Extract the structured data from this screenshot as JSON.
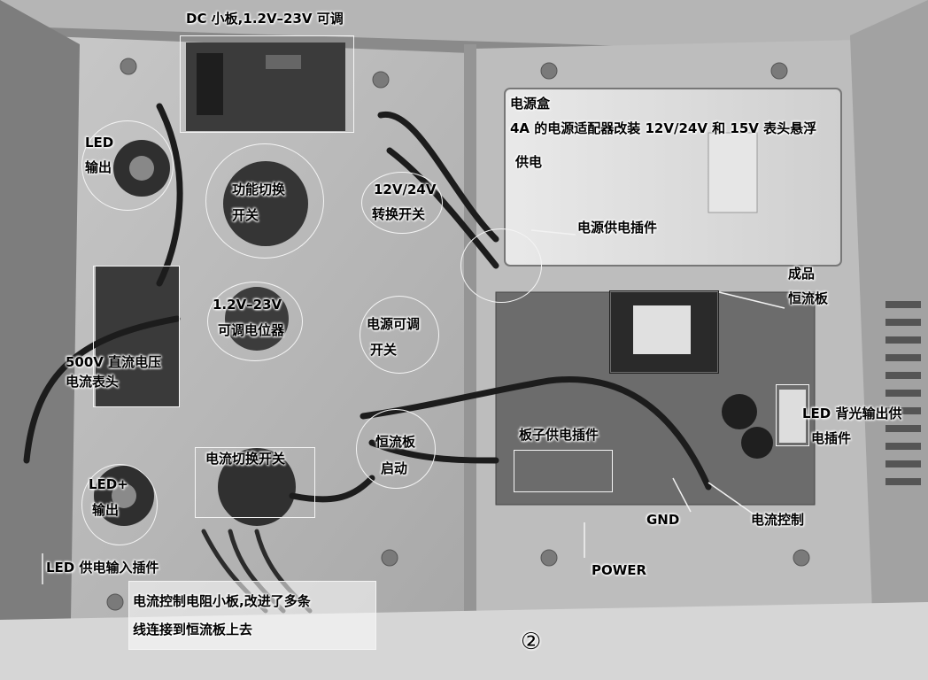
{
  "labels": {
    "dc_board": "DC 小板,1.2V–23V 可调",
    "power_box": "电源盒",
    "adapter_note": "4A 的电源适配器改装 12V/24V 和 15V 表头悬浮",
    "power_supply": "供电",
    "led_out_l1": "LED",
    "led_out_l2": "输出",
    "func_switch_l1": "功能切换",
    "func_switch_l2": "开关",
    "sw_1224_l1": "12V/24V",
    "sw_1224_l2": "转换开关",
    "psu_plug": "电源供电插件",
    "finished_l1": "成品",
    "finished_l2": "恒流板",
    "pot_l1": "1.2V–23V",
    "pot_l2": "可调电位器",
    "psu_adj_l1": "电源可调",
    "psu_adj_l2": "开关",
    "meter_l1": "500V 直流电压",
    "meter_l2": "电流表头",
    "backlight_l1": "LED 背光输出供",
    "backlight_l2": "电插件",
    "cc_start_l1": "恒流板",
    "cc_start_l2": "启动",
    "board_plug": "板子供电插件",
    "led_plus_l1": "LED+",
    "led_plus_l2": "输出",
    "current_switch": "电流切换开关",
    "gnd": "GND",
    "current_ctrl": "电流控制",
    "led_input": "LED 供电输入插件",
    "power": "POWER",
    "resistor_l1": "电流控制电阻小板,改进了多条",
    "resistor_l2": "线连接到恒流板上去",
    "figure_number": "②"
  }
}
